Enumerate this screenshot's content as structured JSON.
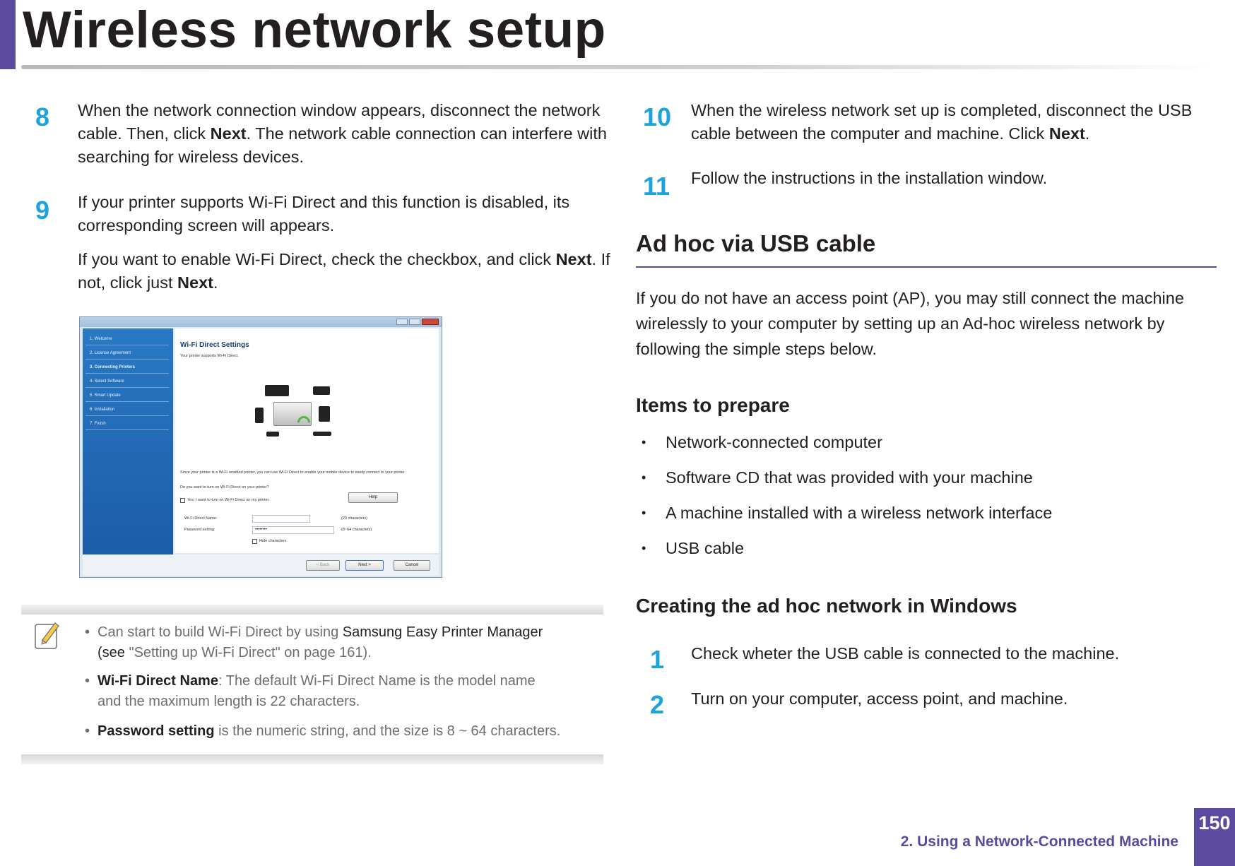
{
  "header": {
    "title": "Wireless network setup"
  },
  "left": {
    "step8": {
      "num": "8",
      "line1": "When the network connection window appears, disconnect the network",
      "line2_pre": "cable. Then, click ",
      "line2_bold": "Next",
      "line2_post": ". The network cable connection can interfere with",
      "line3": "searching for wireless devices."
    },
    "step9": {
      "num": "9",
      "line1": "If your printer supports Wi-Fi Direct and this function is disabled, its",
      "line2": "corresponding screen will appears.",
      "line3_pre": "If you want to enable Wi-Fi Direct, check the checkbox, and click ",
      "line3_bold": "Next",
      "line3_post": ". If",
      "line4_pre": "not, click just ",
      "line4_bold": "Next",
      "line4_post": "."
    },
    "screenshot": {
      "heading": "Wi-Fi Direct Settings",
      "subheading": "Your printer supports Wi-Fi Direct.",
      "side_items": [
        "1. Welcome",
        "2. License Agreement",
        "3. Connecting Printers",
        "4. Select Software",
        "5. Smart Update",
        "6. Installation",
        "7. Finish"
      ],
      "desc": "Since your printer is a Wi-Fi enabled printer, you can use Wi-Fi Direct to enable your mobile device to easily connect to your printer.",
      "question": "Do you want to turn on Wi-Fi Direct on your printer?",
      "checkbox_label": "Yes, I want to turn on Wi-Fi Direct on my printer.",
      "help_btn": "Help",
      "name_label": "Wi-Fi Direct Name:",
      "name_hint": "(23 characters)",
      "password_label": "Password setting:",
      "password_value": "••••••••",
      "password_hint": "(8~64 characters)",
      "hide_label": "Hide characters",
      "back_btn": "< Back",
      "next_btn": "Next >",
      "cancel_btn": "Cancel"
    },
    "note": {
      "item1_pre": "Can start to build Wi-Fi Direct by using ",
      "item1_blk": "Samsung Easy Printer Manager",
      "item1_line2_pre": "(see ",
      "item1_line2_post": "\"Setting up Wi-Fi Direct\" on page 161).",
      "item2_bold": "Wi-Fi Direct Name",
      "item2_post": ": The default Wi-Fi Direct Name is the model name",
      "item2_line2": "and the maximum length is 22 characters.",
      "item3_bold": "Password setting",
      "item3_post": " is the numeric string, and the size is 8 ~ 64 characters."
    }
  },
  "right": {
    "step10": {
      "num": "10",
      "line1": "When the wireless network set up is completed, disconnect the USB",
      "line2_pre": "cable between the computer and machine. Click ",
      "line2_bold": "Next",
      "line2_post": "."
    },
    "step11": {
      "num": "11",
      "line1": "Follow the instructions in the installation window."
    },
    "section_heading": "Ad hoc via USB cable",
    "intro": [
      "If you do not have an access point (AP), you may still connect the machine",
      "wirelessly to your computer by setting up an Ad-hoc wireless network by",
      "following the simple steps below."
    ],
    "items_heading": "Items to prepare",
    "items": [
      "Network-connected computer",
      "Software CD that was provided with your machine",
      "A machine installed with a wireless network interface",
      "USB cable"
    ],
    "creating_heading": "Creating the ad hoc network in Windows",
    "step1": {
      "num": "1",
      "text": "Check wheter the USB cable is connected to the machine."
    },
    "step2": {
      "num": "2",
      "text": "Turn on your computer, access point, and machine."
    }
  },
  "footer": {
    "chapter": "2.  Using a Network-Connected Machine",
    "page": "150"
  },
  "colors": {
    "accent": "#5b4aa0",
    "step_number": "#1da3dc"
  }
}
